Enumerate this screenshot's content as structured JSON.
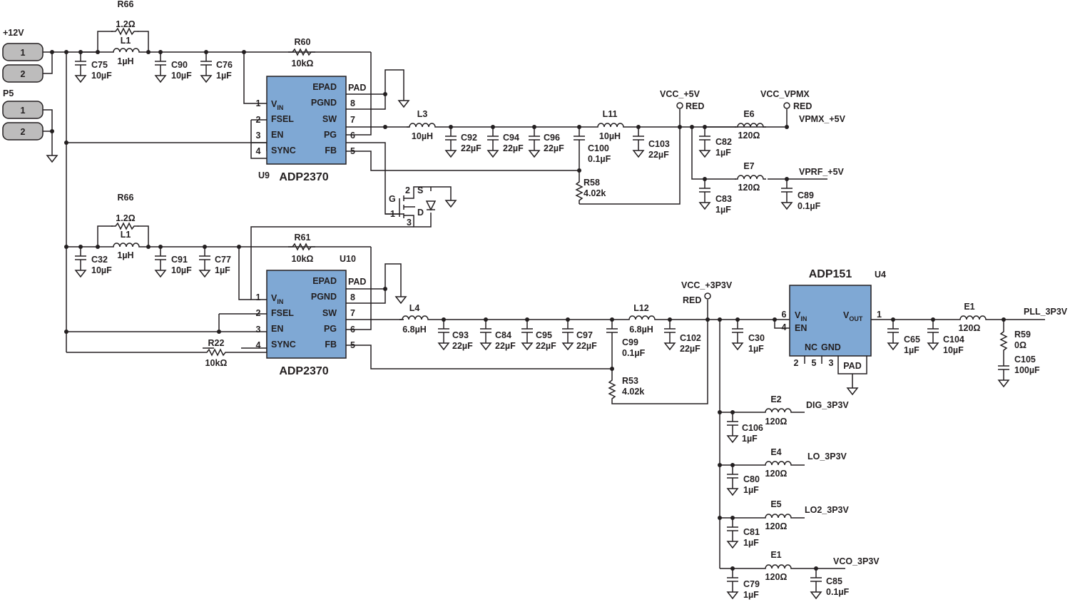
{
  "labels": {
    "p12v": "+12V",
    "p5": "P5",
    "conn": [
      "1",
      "2",
      "1",
      "2"
    ],
    "r66a": "R66",
    "r66a_v": "1.2Ω",
    "l1a": "L1",
    "l1a_v": "1µH",
    "c75": "C75",
    "c75_v": "10µF",
    "c90": "C90",
    "c90_v": "10µF",
    "c76": "C76",
    "c76_v": "1µF",
    "r60": "R60",
    "r60_v": "10kΩ",
    "u9": "U9",
    "u9_part": "ADP2370",
    "l3": "L3",
    "l3_v": "10µH",
    "c92": "C92",
    "c92_v": "22µF",
    "c94": "C94",
    "c94_v": "22µF",
    "c96": "C96",
    "c96_v": "22µF",
    "c100": "C100",
    "c100_v": "0.1µF",
    "l11": "L11",
    "l11_v": "10µH",
    "c103": "C103",
    "c103_v": "22µF",
    "r58": "R58",
    "r58_v": "4.02k",
    "vcc5": "VCC_+5V",
    "red1": "RED",
    "vccvpmx": "VCC_VPMX",
    "red2": "RED",
    "e6": "E6",
    "e6_v": "120Ω",
    "vpmx": "VPMX_+5V",
    "c82": "C82",
    "c82_v": "1µF",
    "e7": "E7",
    "e7_v": "120Ω",
    "vprf": "VPRF_+5V",
    "c83": "C83",
    "c83_v": "1µF",
    "c89": "C89",
    "c89_v": "0.1µF",
    "fet_g": "G",
    "fet_s": "S",
    "fet_d": "D",
    "fet_1": "1",
    "fet_2": "2",
    "fet_3": "3",
    "r66b": "R66",
    "r66b_v": "1.2Ω",
    "l1b": "L1",
    "l1b_v": "1µH",
    "c32": "C32",
    "c32_v": "10µF",
    "c91": "C91",
    "c91_v": "10µF",
    "c77": "C77",
    "c77_v": "1µF",
    "r61": "R61",
    "r61_v": "10kΩ",
    "u10": "U10",
    "u10_part": "ADP2370",
    "r22": "R22",
    "r22_v": "10kΩ",
    "l4": "L4",
    "l4_v": "6.8µH",
    "c93": "C93",
    "c93_v": "22µF",
    "c84": "C84",
    "c84_v": "22µF",
    "c95": "C95",
    "c95_v": "22µF",
    "c97": "C97",
    "c97_v": "22µF",
    "c99": "C99",
    "c99_v": "0.1µF",
    "l12": "L12",
    "l12_v": "6.8µH",
    "c102": "C102",
    "c102_v": "22µF",
    "r53": "R53",
    "r53_v": "4.02k",
    "vcc3p3": "VCC_+3P3V",
    "red3": "RED",
    "c30": "C30",
    "c30_v": "1µF",
    "adp151": "ADP151",
    "u4": "U4",
    "c65": "C65",
    "c65_v": "1µF",
    "c104": "C104",
    "c104_v": "10µF",
    "e1a": "E1",
    "e1a_v": "120Ω",
    "pll": "PLL_3P3V",
    "r59": "R59",
    "r59_v": "0Ω",
    "c105": "C105",
    "c105_v": "100µF",
    "e2": "E2",
    "e2_v": "120Ω",
    "dig": "DIG_3P3V",
    "c106": "C106",
    "c106_v": "1µF",
    "e4": "E4",
    "e4_v": "120Ω",
    "lo": "LO_3P3V",
    "c80": "C80",
    "c80_v": "1µF",
    "e5": "E5",
    "e5_v": "120Ω",
    "lo2": "LO2_3P3V",
    "c81": "C81",
    "c81_v": "1µF",
    "e1b": "E1",
    "e1b_v": "120Ω",
    "vco": "VCO_3P3V",
    "c79": "C79",
    "c79_v": "1µF",
    "c85": "C85",
    "c85_v": "0.1µF"
  },
  "adp2370_pins": {
    "epad": "EPAD",
    "pgnd": "PGND",
    "sw": "SW",
    "pg": "PG",
    "fb": "FB",
    "vin": "V",
    "vin_sub": "IN",
    "fsel": "FSEL",
    "en": "EN",
    "sync": "SYNC",
    "pad": "PAD",
    "n1": "1",
    "n2": "2",
    "n3": "3",
    "n4": "4",
    "n5": "5",
    "n6": "6",
    "n7": "7",
    "n8": "8"
  },
  "adp151_pins": {
    "vin": "V",
    "vin_sub": "IN",
    "en": "EN",
    "vout": "V",
    "vout_sub": "OUT",
    "nc": "NC",
    "gnd": "GND",
    "pad": "PAD",
    "n1": "1",
    "n2": "2",
    "n3": "3",
    "n4": "4",
    "n5": "5",
    "n6": "6"
  },
  "colors": {
    "ic_fill": "#7fa8d4",
    "connector_fill": "#bdbcbc",
    "ink": "#231f20"
  }
}
